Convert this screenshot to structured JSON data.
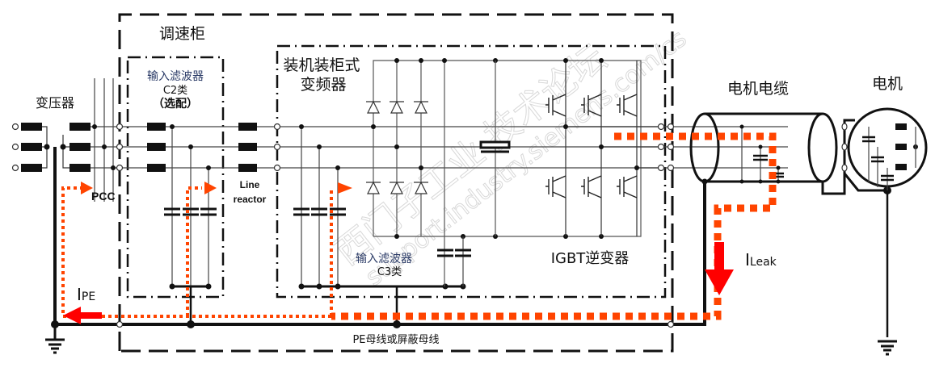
{
  "diagram": {
    "title": "Leakage current paths in a drive system",
    "labels": {
      "cabinet": "调速柜",
      "transformer": "变压器",
      "pcc": "PCC",
      "filter_c2_line1": "输入滤波器",
      "filter_c2_line2": "C2类",
      "filter_c2_line3": "（选配）",
      "line_reactor_line1": "Line",
      "line_reactor_line2": "reactor",
      "converter_line1": "装机装柜式",
      "converter_line2": "变频器",
      "filter_c3_line1": "输入滤波器",
      "filter_c3_line2": "C3类",
      "igbt_inverter": "IGBT逆变器",
      "motor_cable": "电机电缆",
      "motor": "电机",
      "pe_bus": "PE母线或屏蔽母线",
      "i_pe_main": "I",
      "i_pe_sub": "PE",
      "i_leak_main": "I",
      "i_leak_sub": "Leak"
    },
    "watermark": {
      "line1": "西门子工业 技术论坛",
      "line2": "support.industry.siemens.com/cs"
    },
    "colors": {
      "wire": "#111111",
      "thin_wire": "#555555",
      "leak_path": "#ff4400",
      "arrow": "#ff0000",
      "filter_label": "#2a3a66"
    }
  }
}
